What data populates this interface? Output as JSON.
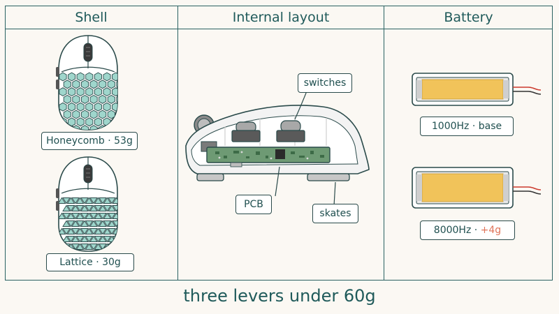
{
  "columns": {
    "shell": {
      "title": "Shell"
    },
    "internal": {
      "title": "Internal layout"
    },
    "battery": {
      "title": "Battery"
    }
  },
  "shell_variants": [
    {
      "label": "Honeycomb · 53g",
      "pattern": "hexagon"
    },
    {
      "label": "Lattice · 30g",
      "pattern": "triangle"
    }
  ],
  "internal_callouts": {
    "switches": "switches",
    "pcb": "PCB",
    "skates": "skates"
  },
  "battery_variants": [
    {
      "label_main": "1000Hz · base",
      "label_extra": ""
    },
    {
      "label_main": "8000Hz · ",
      "label_extra": "+4g"
    }
  ],
  "footer": {
    "caption": "three levers under 60g"
  },
  "colors": {
    "ink": "#2a4a4a",
    "teal": "#1f5a5a",
    "cell_fill": "#9fd6cc",
    "battery_fill": "#f1c35a",
    "accent": "#e0755a",
    "pcb_green": "#6e9a74"
  }
}
